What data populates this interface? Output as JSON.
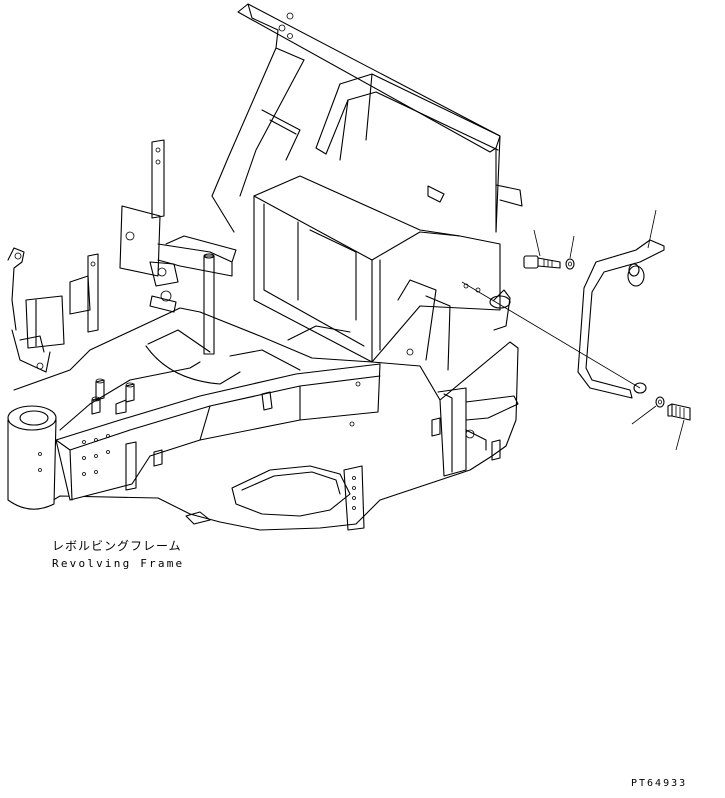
{
  "figure": {
    "part_label_jp": "レボルビングフレーム",
    "part_label_en": "Revolving Frame",
    "drawing_code": "PT64933"
  },
  "icons": {
    "frame": "revolving-frame-drawing",
    "handrail": "handrail-drawing",
    "bolt": "bolt-drawing",
    "washer": "washer-drawing"
  }
}
